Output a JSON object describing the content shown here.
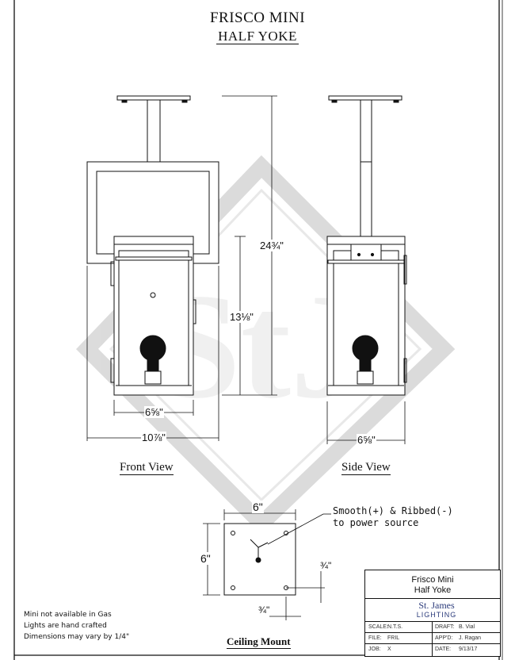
{
  "title": {
    "line1": "FRISCO MINI",
    "line2": "HALF YOKE"
  },
  "views": {
    "front": "Front View",
    "side": "Side View",
    "ceiling": "Ceiling Mount"
  },
  "dimensions": {
    "overall_height": "24¾\"",
    "body_height": "13⅛\"",
    "front_body_width": "6⅝\"",
    "front_overall_width": "10⅞\"",
    "side_width": "6⅝\"",
    "mount_width": "6\"",
    "mount_height": "6\"",
    "hole_offset_right": "¾\"",
    "hole_offset_bottom": "¾\""
  },
  "callout": {
    "line1": "Smooth(+) & Ribbed(-)",
    "line2": "to power source"
  },
  "notes": [
    "Mini not available in Gas",
    "Lights are hand crafted",
    "Dimensions may vary by 1/4\""
  ],
  "watermark": "StJ",
  "title_block": {
    "name_line1": "Frisco Mini",
    "name_line2": "Half Yoke",
    "company_line1": "St. James",
    "company_line2": "LIGHTING",
    "scale_label": "SCALE:",
    "scale_value": "N.T.S.",
    "draft_label": "DRAFT:",
    "draft_value": "B. Vial",
    "file_label": "FILE:",
    "file_value": "FRIL",
    "appd_label": "APP'D:",
    "appd_value": "J. Ragan",
    "job_label": "JOB:",
    "job_value": "X",
    "date_label": "DATE:",
    "date_value": "9/13/17"
  }
}
